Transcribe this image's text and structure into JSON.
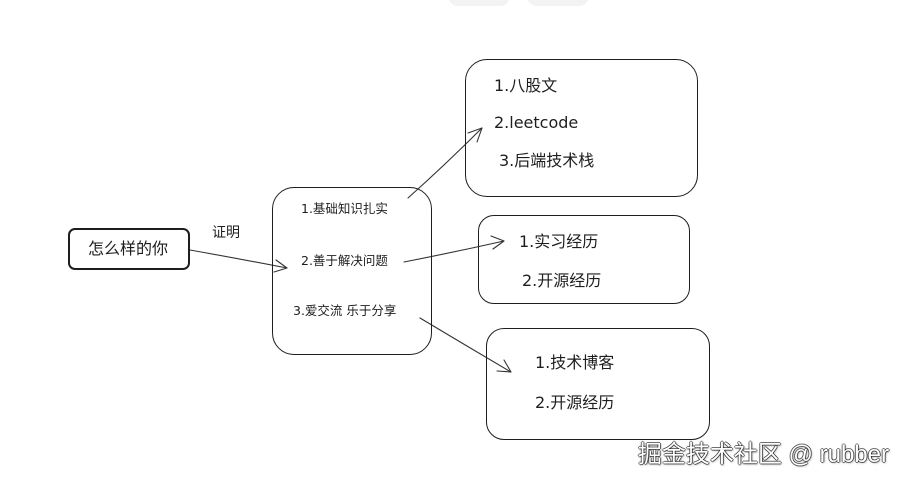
{
  "diagram": {
    "root": {
      "text": "怎么样的你"
    },
    "edge_label": "证明",
    "middle": {
      "items": [
        "1.基础知识扎实",
        "2.善于解决问题",
        "3.爱交流 乐于分享"
      ]
    },
    "box_a": {
      "items": [
        "1.八股文",
        "2.leetcode",
        "3.后端技术栈"
      ]
    },
    "box_b": {
      "items": [
        "1.实习经历",
        "2.开源经历"
      ]
    },
    "box_c": {
      "items": [
        "1.技术博客",
        "2.开源经历"
      ]
    }
  },
  "watermark": "掘金技术社区 @ rubber",
  "colors": {
    "stroke": "#1e1e1e",
    "background": "#ffffff"
  }
}
